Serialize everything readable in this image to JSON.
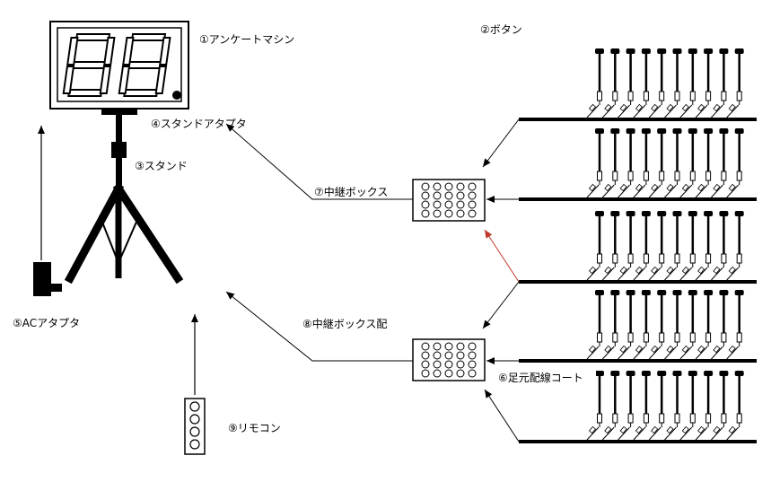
{
  "labels": {
    "survey_machine": "①アンケートマシン",
    "buttons": "②ボタン",
    "stand": "③スタンド",
    "stand_adapter": "④スタンドアタプタ",
    "ac_adapter": "⑤ACアタプタ",
    "foot_cord": "⑥足元配線コート",
    "relay_box_a": "⑦中継ボックス",
    "relay_box_b": "⑧中継ボックス配",
    "remote": "⑨リモコン"
  },
  "display_digits": "88",
  "button_rows": 5,
  "buttons_per_row": 10,
  "colors": {
    "line": "#000000",
    "accent_arrow": "#c0392b"
  }
}
